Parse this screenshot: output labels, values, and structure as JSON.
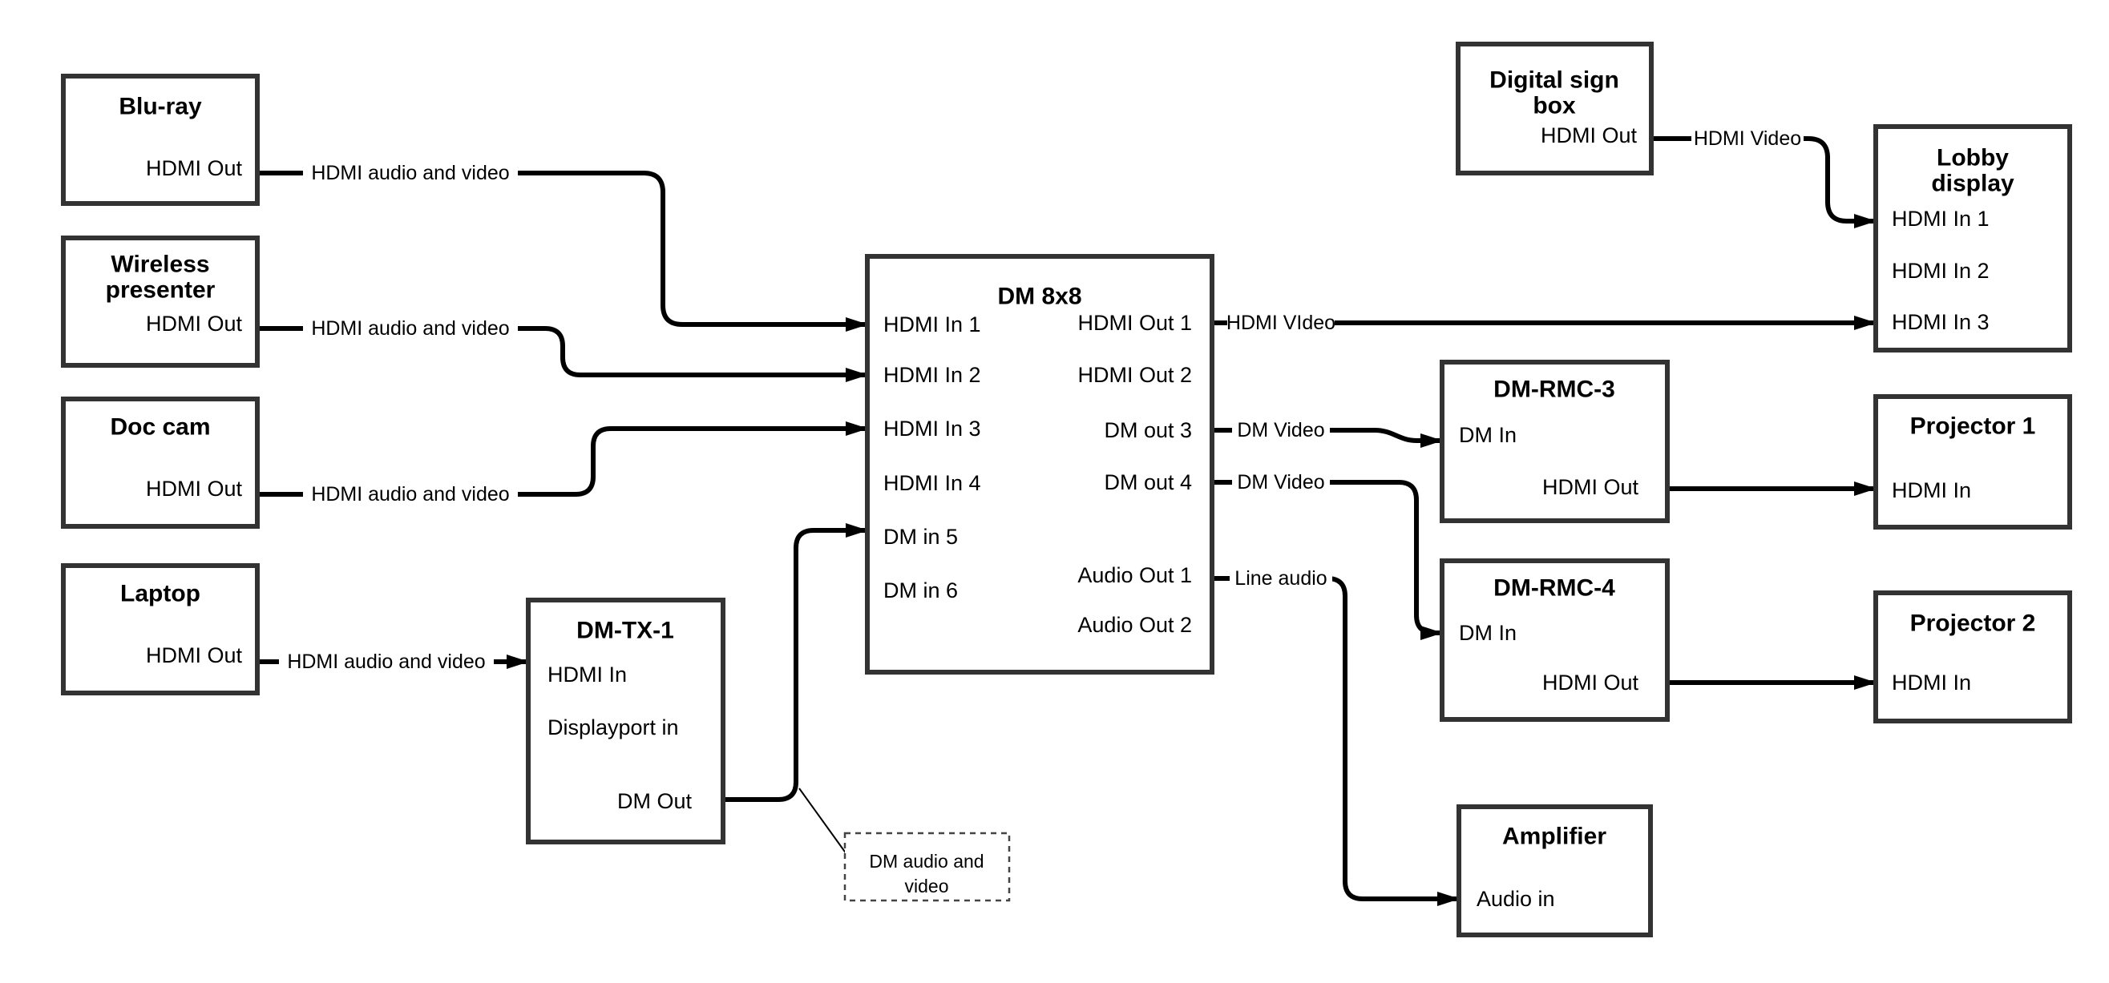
{
  "diagram": {
    "nodes": {
      "bluray": {
        "title": "Blu-ray",
        "ports": {
          "hdmi_out": "HDMI Out"
        }
      },
      "wireless": {
        "title_line1": "Wireless",
        "title_line2": "presenter",
        "ports": {
          "hdmi_out": "HDMI Out"
        }
      },
      "doccam": {
        "title": "Doc cam",
        "ports": {
          "hdmi_out": "HDMI Out"
        }
      },
      "laptop": {
        "title": "Laptop",
        "ports": {
          "hdmi_out": "HDMI Out"
        }
      },
      "dmtx1": {
        "title": "DM-TX-1",
        "ports": {
          "hdmi_in": "HDMI In",
          "displayport_in": "Displayport in",
          "dm_out": "DM Out"
        }
      },
      "dm8x8": {
        "title": "DM 8x8",
        "ports": {
          "hdmi_in_1": "HDMI In 1",
          "hdmi_in_2": "HDMI In 2",
          "hdmi_in_3": "HDMI In 3",
          "hdmi_in_4": "HDMI In 4",
          "dm_in_5": "DM in 5",
          "dm_in_6": "DM in 6",
          "hdmi_out_1": "HDMI Out 1",
          "hdmi_out_2": "HDMI Out 2",
          "dm_out_3": "DM out 3",
          "dm_out_4": "DM out 4",
          "audio_out_1": "Audio Out 1",
          "audio_out_2": "Audio Out 2"
        }
      },
      "digital_sign": {
        "title_line1": "Digital sign",
        "title_line2": "box",
        "ports": {
          "hdmi_out": "HDMI Out"
        }
      },
      "lobby": {
        "title_line1": "Lobby",
        "title_line2": "display",
        "ports": {
          "hdmi_in_1": "HDMI In 1",
          "hdmi_in_2": "HDMI In 2",
          "hdmi_in_3": "HDMI In 3"
        }
      },
      "dmrmc3": {
        "title": "DM-RMC-3",
        "ports": {
          "dm_in": "DM In",
          "hdmi_out": "HDMI Out"
        }
      },
      "dmrmc4": {
        "title": "DM-RMC-4",
        "ports": {
          "dm_in": "DM In",
          "hdmi_out": "HDMI Out"
        }
      },
      "proj1": {
        "title": "Projector 1",
        "ports": {
          "hdmi_in": "HDMI In"
        }
      },
      "proj2": {
        "title": "Projector 2",
        "ports": {
          "hdmi_in": "HDMI In"
        }
      },
      "amplifier": {
        "title": "Amplifier",
        "ports": {
          "audio_in": "Audio in"
        }
      }
    },
    "edge_labels": {
      "bluray_hdmi": "HDMI audio and video",
      "wireless_hdmi": "HDMI audio and video",
      "doccam_hdmi": "HDMI audio and video",
      "laptop_hdmi": "HDMI audio and video",
      "hdmi_out1": "HDMI VIdeo",
      "digital_sign_hdmi": "HDMI Video",
      "dm_out3": "DM Video",
      "dm_out4": "DM Video",
      "audio_out1": "Line audio"
    },
    "annotation": {
      "line1": "DM audio and",
      "line2": "video"
    },
    "colors": {
      "box_border": "#333333",
      "line": "#000000",
      "background": "#ffffff"
    }
  }
}
